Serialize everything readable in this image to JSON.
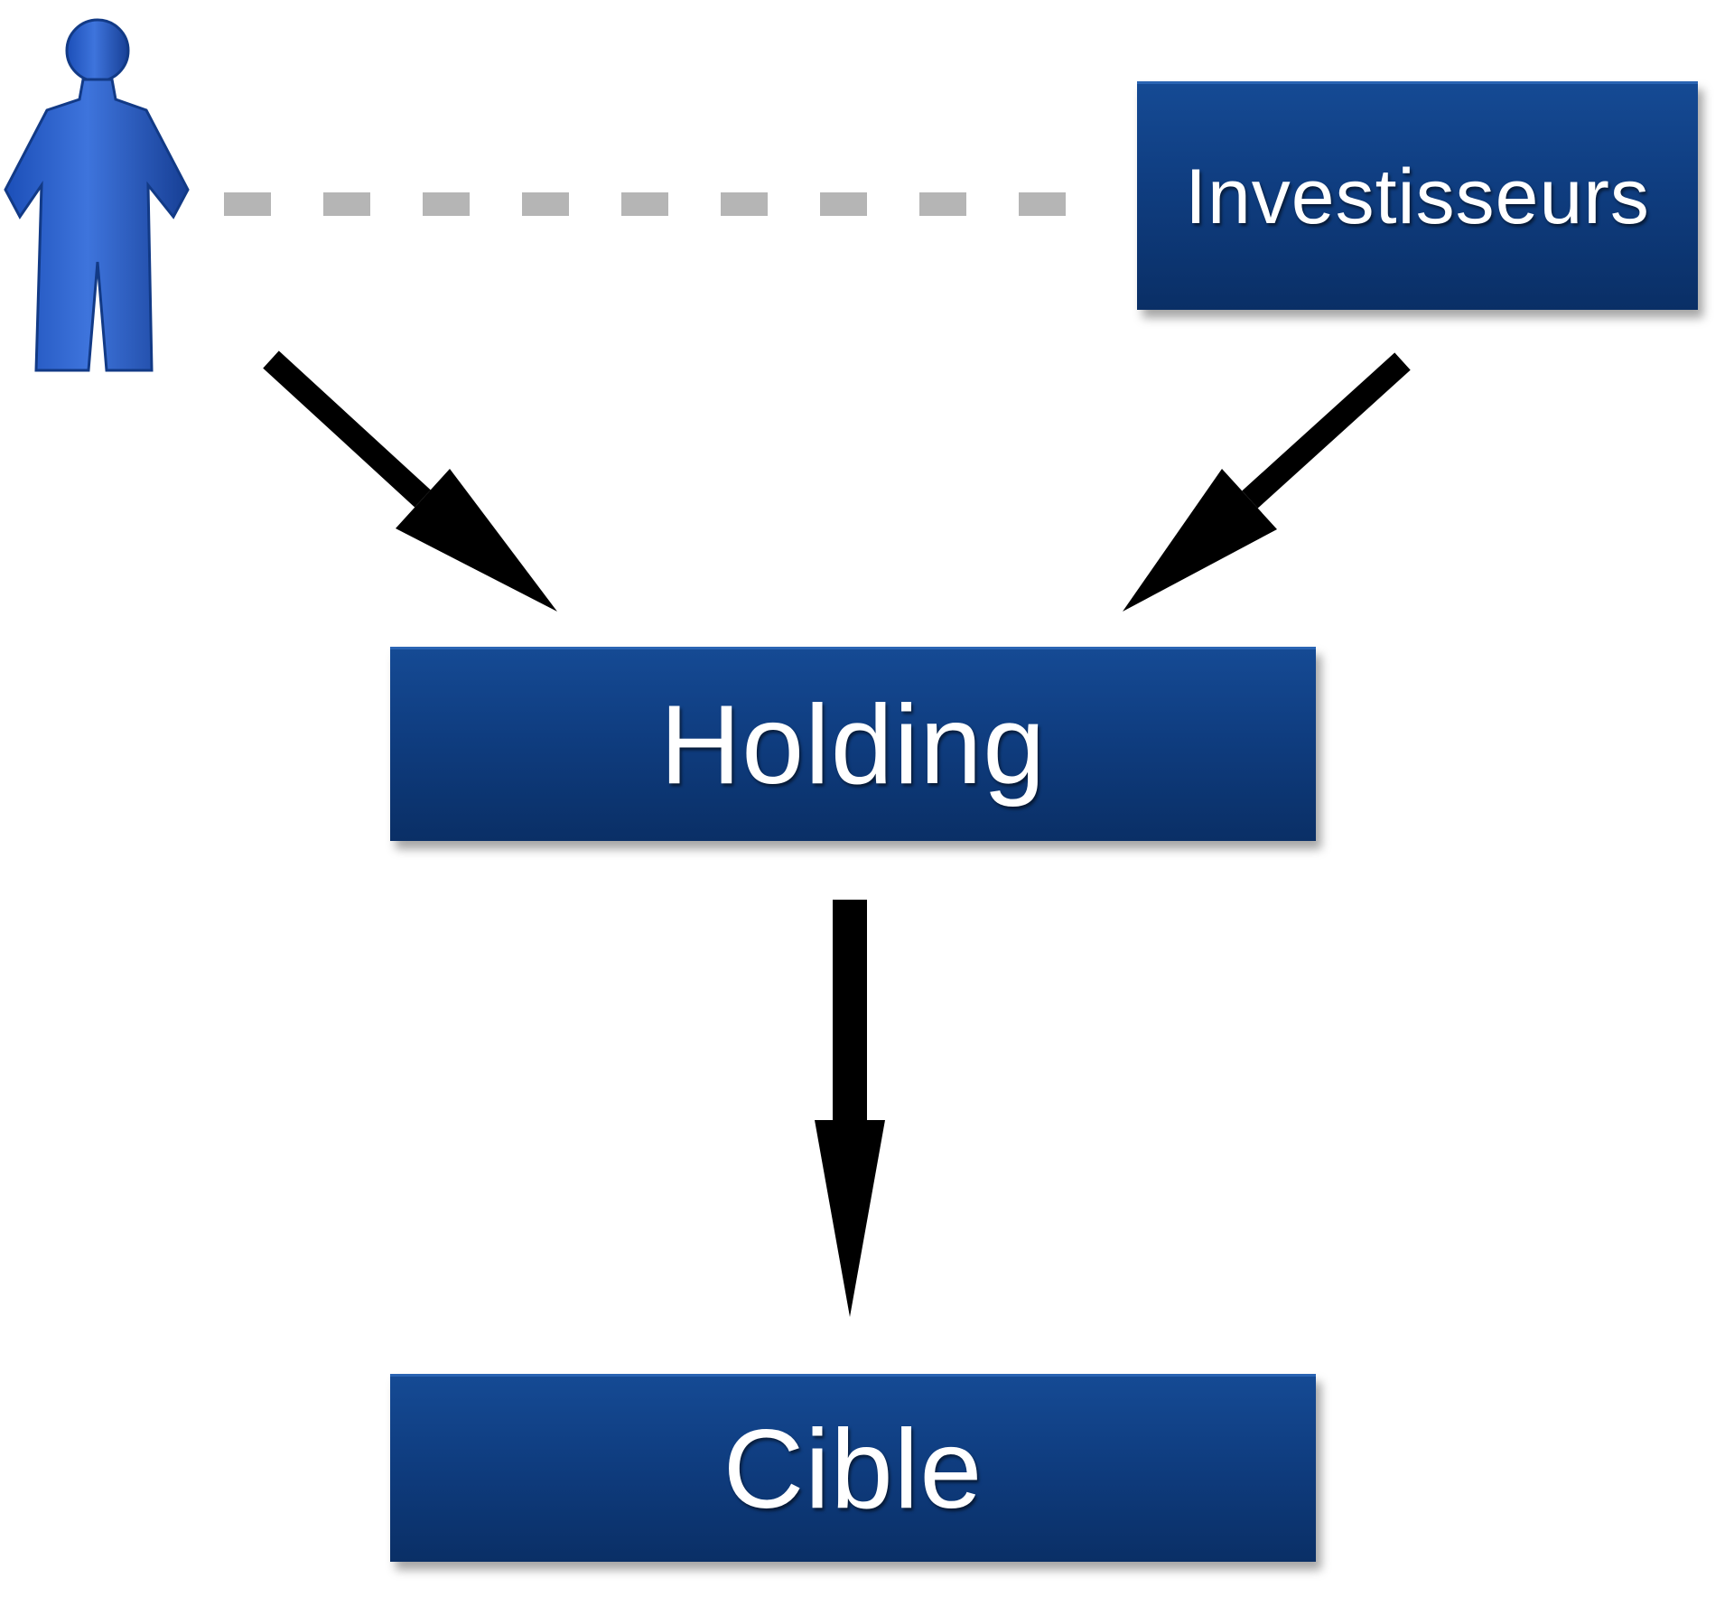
{
  "diagram": {
    "nodes": {
      "investisseurs": "Investisseurs",
      "holding": "Holding",
      "cible": "Cible"
    },
    "person_icon": "person-icon",
    "colors": {
      "box_fill": "#0f3d80",
      "person_fill": "#2f62c9",
      "arrow": "#000000",
      "dashed_link": "#b5b5b5"
    }
  }
}
